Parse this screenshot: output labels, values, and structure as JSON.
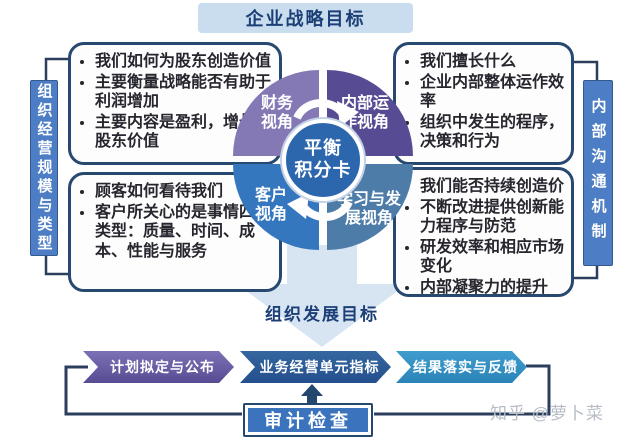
{
  "header": {
    "title": "企业战略目标"
  },
  "sidebars": {
    "left": "组织经营规模与类型",
    "right": "内部沟通机制"
  },
  "scorecard": {
    "center": "平衡\n积分卡",
    "quadrants": {
      "financial": "财务\n视角",
      "internal": "内部运\n作视角",
      "customer": "客户\n视角",
      "learning": "学习与发\n展视角"
    }
  },
  "boxes": {
    "financial": {
      "bullets": [
        "我们如何为股东创造价值",
        "主要衡量战略能否有助于利润增加",
        "主要内容是盈利，增长和股东价值"
      ]
    },
    "internal": {
      "bullets": [
        "我们擅长什么",
        "企业内部整体运作效率",
        "组织中发生的程序，决策和行为"
      ]
    },
    "customer": {
      "bullets": [
        "顾客如何看待我们",
        "客户所关心的是事情四个类型：质量、时间、成本、性能与服务"
      ]
    },
    "learning": {
      "bullets": [
        "我们能否持续创造价",
        "不断改进提供创新能力程序与防范",
        "研发效率和相应市场变化",
        "内部凝聚力的提升"
      ]
    }
  },
  "development_goal": "组织发展目标",
  "process": {
    "steps": [
      "计划拟定与公布",
      "业务经营单元指标",
      "结果落实与反馈"
    ],
    "audit": "审计检查"
  },
  "watermark": "知乎 @萝卜菜",
  "colors": {
    "quadrant_financial": "#8478b5",
    "quadrant_internal": "#574c94",
    "quadrant_customer": "#3577bf",
    "quadrant_learning": "#4d7ca9",
    "center_circle": "#2c67ae",
    "side_bar": "#4d7dc4",
    "title_background": "#c9ddee",
    "box_border": "#27486f",
    "chevron_plan": "#675a9f",
    "chevron_metrics": "#2a5aa4",
    "chevron_feedback": "#3590c4",
    "connector_line": "#2c3e5e",
    "down_arrow": "#d7e5f2"
  }
}
